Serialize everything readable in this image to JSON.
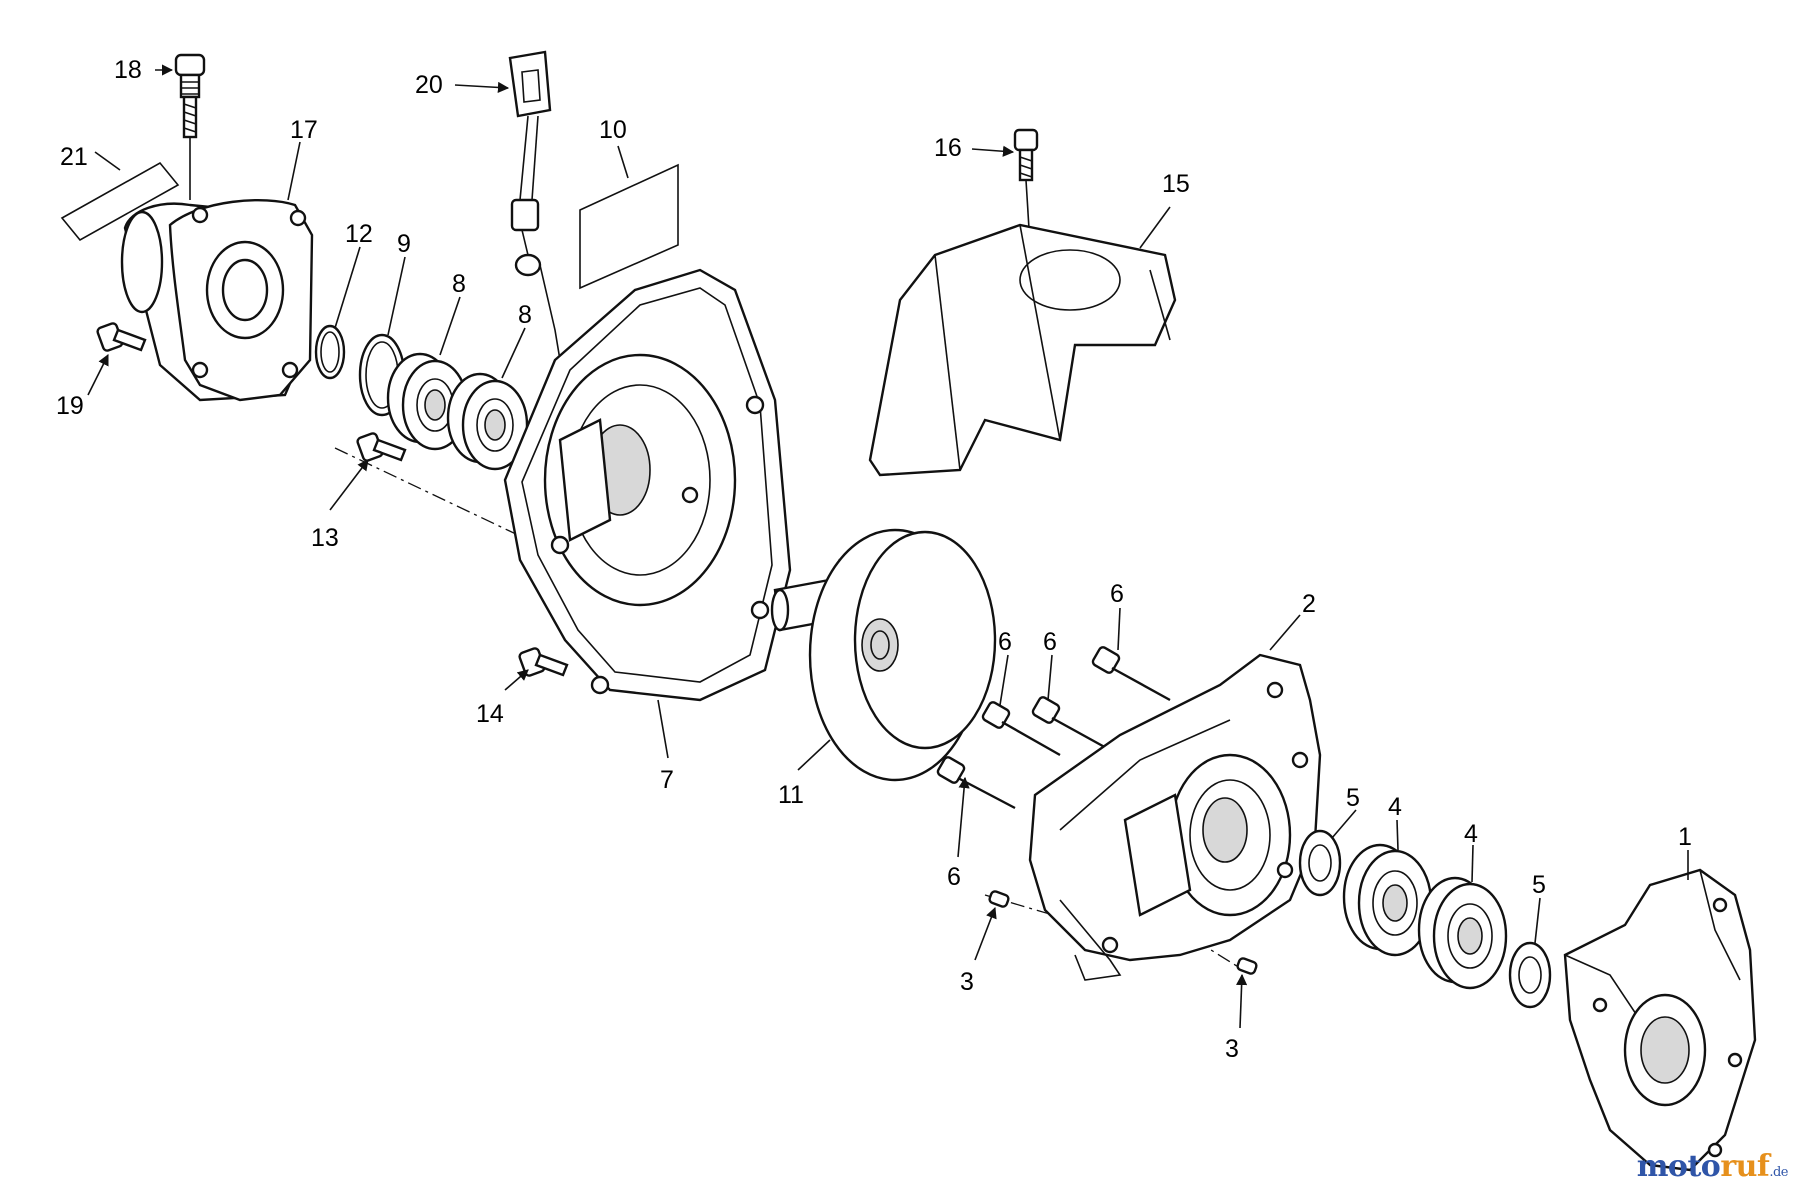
{
  "callouts": {
    "p1": "1",
    "p2": "2",
    "p3a": "3",
    "p3b": "3",
    "p4a": "4",
    "p4b": "4",
    "p5a": "5",
    "p5b": "5",
    "p6a": "6",
    "p6b": "6",
    "p6c": "6",
    "p6d": "6",
    "p7": "7",
    "p8a": "8",
    "p8b": "8",
    "p9": "9",
    "p10": "10",
    "p11": "11",
    "p12": "12",
    "p13": "13",
    "p14": "14",
    "p15": "15",
    "p16": "16",
    "p17": "17",
    "p18": "18",
    "p19": "19",
    "p20": "20",
    "p21": "21"
  },
  "watermark": {
    "brand_a": "moto",
    "brand_b": "ruf",
    "tld": ".de"
  }
}
